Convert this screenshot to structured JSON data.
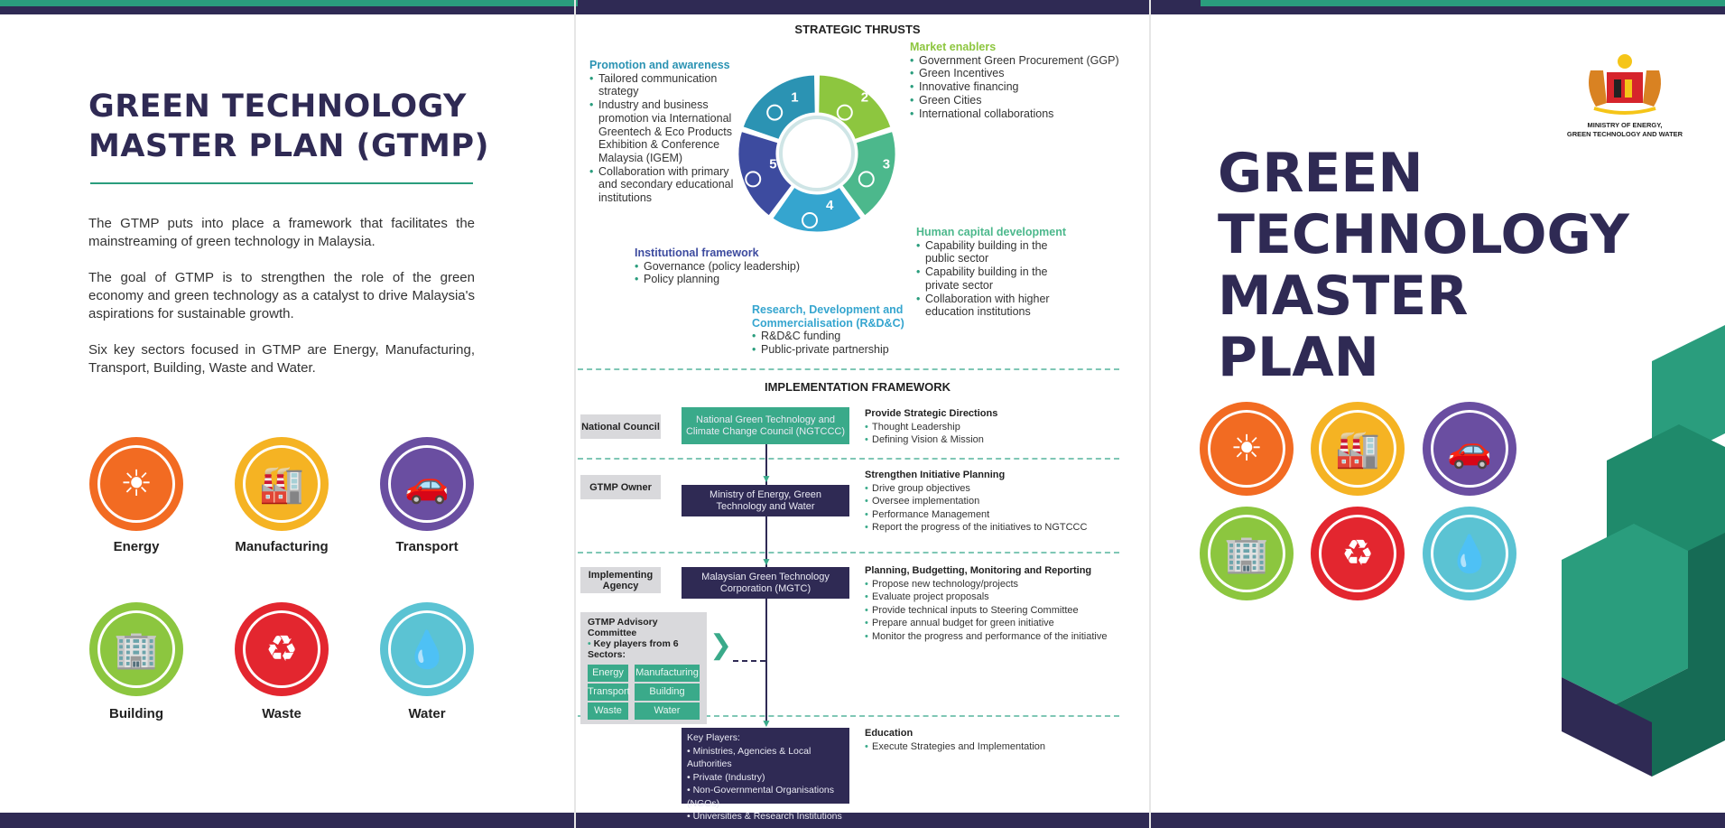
{
  "left": {
    "title_line1": "GREEN TECHNOLOGY",
    "title_line2": "MASTER PLAN (GTMP)",
    "paragraphs": [
      "The GTMP puts into place a framework that facilitates the mainstreaming of green technology in Malaysia.",
      "The goal of GTMP is to strengthen the role of the green economy and green technology as a catalyst to drive Malaysia's aspirations for sustainable growth.",
      "Six key sectors focused in GTMP are Energy, Manufacturing, Transport, Building, Waste and Water."
    ],
    "sectors": [
      {
        "label": "Energy",
        "icon": "solar-panel-icon",
        "color": "#f26b22"
      },
      {
        "label": "Manufacturing",
        "icon": "factory-icon",
        "color": "#f5b323"
      },
      {
        "label": "Transport",
        "icon": "electric-car-icon",
        "color": "#6a4ea1"
      },
      {
        "label": "Building",
        "icon": "building-icon",
        "color": "#8cc63f"
      },
      {
        "label": "Waste",
        "icon": "recycle-icon",
        "color": "#e3262f"
      },
      {
        "label": "Water",
        "icon": "water-drop-icon",
        "color": "#5bc3d3"
      }
    ]
  },
  "strategic": {
    "title": "STRATEGIC THRUSTS",
    "segments": [
      {
        "number": "1",
        "icon": "lightbulb-gear-icon",
        "color": "#2b93b3"
      },
      {
        "number": "2",
        "icon": "globe-arrows-icon",
        "color": "#8dc63f"
      },
      {
        "number": "3",
        "icon": "people-icon",
        "color": "#4cb88c"
      },
      {
        "number": "4",
        "icon": "hands-bulb-icon",
        "color": "#35a5cf"
      },
      {
        "number": "5",
        "icon": "document-hand-icon",
        "color": "#3d4b9f"
      }
    ],
    "thrusts": [
      {
        "title": "Promotion and awareness",
        "color": "#2b93b3",
        "items": [
          "Tailored communication strategy",
          "Industry and business promotion via International Greentech & Eco Products Exhibition & Conference Malaysia (IGEM)",
          "Collaboration with primary and secondary educational institutions"
        ]
      },
      {
        "title": "Market enablers",
        "color": "#8dc63f",
        "items": [
          "Government Green Procurement (GGP)",
          "Green Incentives",
          "Innovative financing",
          "Green Cities",
          "International collaborations"
        ]
      },
      {
        "title": "Human capital development",
        "color": "#4cb88c",
        "items": [
          "Capability building in the public sector",
          "Capability building in the private sector",
          "Collaboration with higher education institutions"
        ]
      },
      {
        "title": "Research, Development and Commercialisation (R&D&C)",
        "color": "#35a5cf",
        "items": [
          "R&D&C funding",
          "Public-private partnership"
        ]
      },
      {
        "title": "Institutional framework",
        "color": "#3d4b9f",
        "items": [
          "Governance (policy leadership)",
          "Policy planning"
        ]
      }
    ]
  },
  "implementation": {
    "title": "IMPLEMENTATION FRAMEWORK",
    "levels": [
      {
        "label": "National Council",
        "box": "National Green Technology and Climate Change Council (NGTCCC)",
        "heading": "Provide Strategic Directions",
        "items": [
          "Thought Leadership",
          "Defining Vision & Mission"
        ]
      },
      {
        "label": "GTMP Owner",
        "box": "Ministry of Energy, Green Technology and Water",
        "heading": "Strengthen Initiative Planning",
        "items": [
          "Drive group objectives",
          "Oversee implementation",
          "Performance Management",
          "Report the progress of the initiatives to NGTCCC"
        ]
      },
      {
        "label": "Implementing Agency",
        "box": "Malaysian Green Technology Corporation (MGTC)",
        "heading": "Planning, Budgetting, Monitoring and Reporting",
        "items": [
          "Propose new technology/projects",
          "Evaluate project proposals",
          "Provide technical inputs to Steering Committee",
          "Prepare annual budget for green initiative",
          "Monitor the progress and performance of the initiative"
        ]
      }
    ],
    "advisory": {
      "title": "GTMP Advisory Committee",
      "subtitle": "Key players from 6 Sectors:",
      "sectors": [
        "Energy",
        "Manufacturing",
        "Transport",
        "Building",
        "Waste",
        "Water"
      ]
    },
    "key_players": {
      "title": "Key Players:",
      "items": [
        "Ministries, Agencies & Local Authorities",
        "Private (Industry)",
        "Non-Governmental Organisations (NGOs)",
        "Universities & Research Institutions"
      ],
      "heading": "Education",
      "right_items": [
        "Execute Strategies and Implementation"
      ]
    }
  },
  "cover": {
    "ministry_line1": "MINISTRY OF ENERGY,",
    "ministry_line2": "GREEN TECHNOLOGY AND WATER",
    "title": [
      "GREEN",
      "TECHNOLOGY",
      "MASTER",
      "PLAN"
    ]
  },
  "colors": {
    "purple": "#2f2a54",
    "green": "#2a9d7d"
  }
}
